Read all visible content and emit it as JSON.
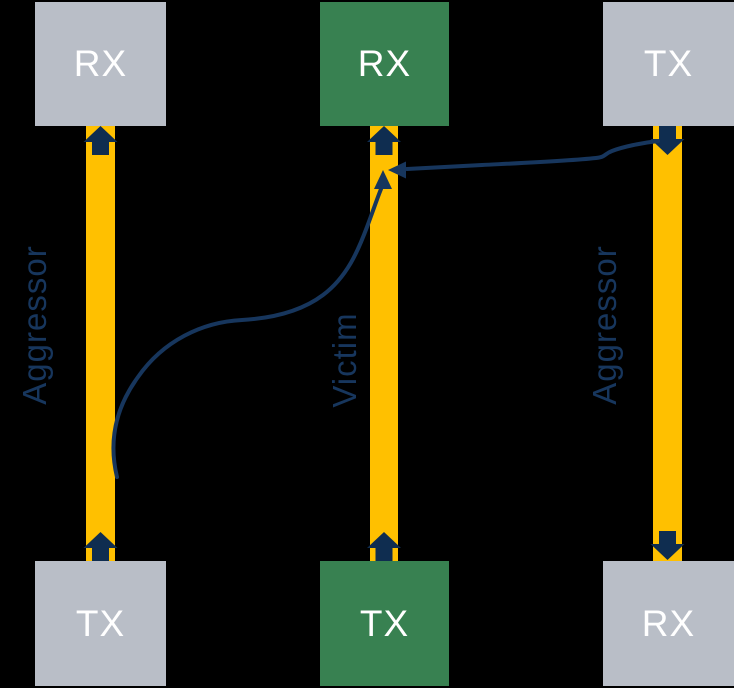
{
  "colors": {
    "background": "#000000",
    "trace_yellow": "#FFC000",
    "arrow_navy": "#0F2D50",
    "line_navy": "#17365D",
    "label_navy": "#17365D",
    "box_gray": "#B9BEC7",
    "box_green": "#388151",
    "box_text": "#FFFFFF"
  },
  "diagram": {
    "columns": [
      {
        "role_label": "Aggressor",
        "top_box": "RX",
        "bottom_box": "TX",
        "top_box_color": "gray",
        "bottom_box_color": "gray",
        "signal_direction": "up"
      },
      {
        "role_label": "Victim",
        "top_box": "RX",
        "bottom_box": "TX",
        "top_box_color": "green",
        "bottom_box_color": "green",
        "signal_direction": "up"
      },
      {
        "role_label": "Aggressor",
        "top_box": "TX",
        "bottom_box": "RX",
        "top_box_color": "gray",
        "bottom_box_color": "gray",
        "signal_direction": "down"
      }
    ],
    "crosstalk_arrows": [
      {
        "from": "left-aggressor-trace",
        "to": "victim-trace-near-rx",
        "shape": "s-curve",
        "arrowhead": "up"
      },
      {
        "from": "right-aggressor-trace-near-tx",
        "to": "victim-trace-near-rx",
        "shape": "wavy-horizontal",
        "arrowhead": "left"
      }
    ]
  }
}
